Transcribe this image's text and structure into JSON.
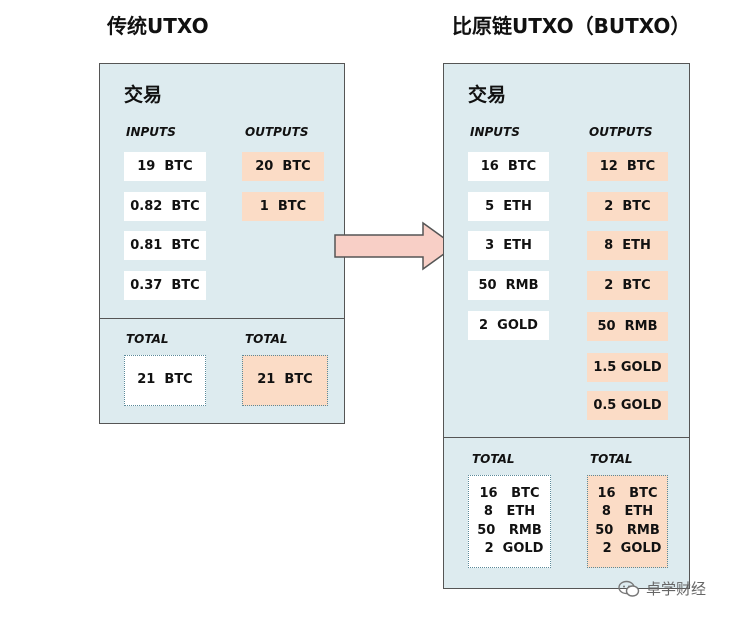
{
  "left": {
    "heading": "传统UTXO",
    "title": "交易",
    "inputs_label": "INPUTS",
    "outputs_label": "OUTPUTS",
    "inputs": [
      "19  BTC",
      "0.82  BTC",
      "0.81  BTC",
      "0.37  BTC"
    ],
    "outputs": [
      "20  BTC",
      "1  BTC"
    ],
    "total_in_label": "TOTAL",
    "total_out_label": "TOTAL",
    "total_in": [
      "21  BTC"
    ],
    "total_out": [
      "21  BTC"
    ]
  },
  "right": {
    "heading": "比原链UTXO（BUTXO）",
    "title": "交易",
    "inputs_label": "INPUTS",
    "outputs_label": "OUTPUTS",
    "inputs": [
      "16  BTC",
      "5  ETH",
      "3  ETH",
      "50  RMB",
      "2  GOLD"
    ],
    "outputs": [
      "12  BTC",
      "2  BTC",
      "8  ETH",
      "2  BTC",
      "50  RMB",
      "1.5 GOLD",
      "0.5 GOLD"
    ],
    "total_in_label": "TOTAL",
    "total_out_label": "TOTAL",
    "total_in": [
      "16   BTC",
      "8   ETH",
      "50   RMB",
      "  2  GOLD"
    ],
    "total_out": [
      "16   BTC",
      "8   ETH",
      "50   RMB",
      "  2  GOLD"
    ]
  },
  "watermark": "卓学财经",
  "colors": {
    "panel_bg": "#ddebef",
    "input_cell": "#ffffff",
    "output_cell": "#fbdcc6",
    "arrow_fill": "#f8cfc6",
    "arrow_stroke": "#555555"
  }
}
